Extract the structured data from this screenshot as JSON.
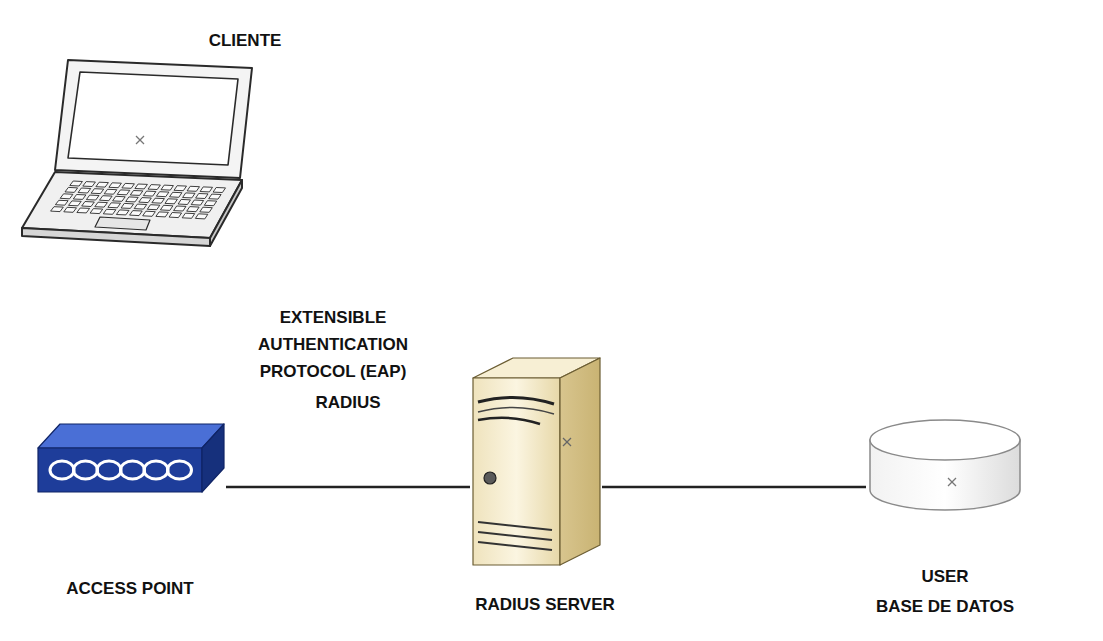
{
  "diagram": {
    "nodes": [
      {
        "text": [
          "CLIENTE"
        ]
      },
      {
        "text": [
          "ACCESS POINT"
        ]
      },
      {
        "text": [
          "RADIUS SERVER"
        ]
      },
      {
        "text": [
          "USER BASE DE DATOS"
        ]
      }
    ],
    "edges": [
      {
        "from": 1,
        "to": 2,
        "arrow": "none",
        "label": "RADIUS"
      },
      {
        "from": 2,
        "to": 3,
        "arrow": "none"
      }
    ],
    "labels": [
      "EXTENSIBLE AUTHENTICATION PROTOCOL (EAP)"
    ]
  }
}
